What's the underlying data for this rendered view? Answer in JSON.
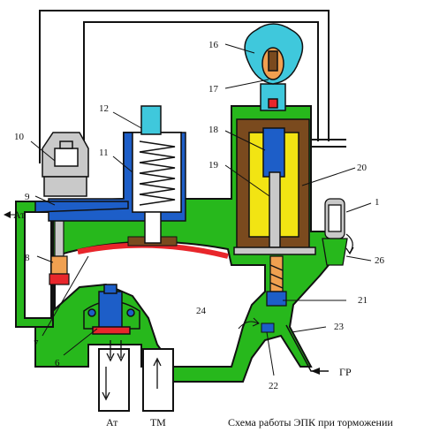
{
  "callouts": {
    "n1": "1",
    "n6": "6",
    "n7": "7",
    "n8": "8",
    "n9": "9",
    "n10": "10",
    "n11": "11",
    "n12": "12",
    "n16": "16",
    "n17": "17",
    "n18": "18",
    "n19": "19",
    "n20": "20",
    "n21": "21",
    "n22": "22",
    "n23": "23",
    "n24": "24",
    "n26": "26"
  },
  "ports": {
    "at_left": "Ат",
    "at_bottom": "Ат",
    "tm": "ТМ",
    "gr": "ГР"
  },
  "caption": "Схема работы ЭПК при  торможении",
  "colors": {
    "body": "#27b81c",
    "outline": "#111111",
    "cavity": "#ffffff",
    "blue": "#1d5ec8",
    "cyan": "#3fc8dc",
    "diaphragm": "#e8262b",
    "coil_outer": "#7a4a1e",
    "coil_inner": "#f2e413",
    "valve_orange": "#f0a050",
    "grey": "#c9c9c9"
  }
}
